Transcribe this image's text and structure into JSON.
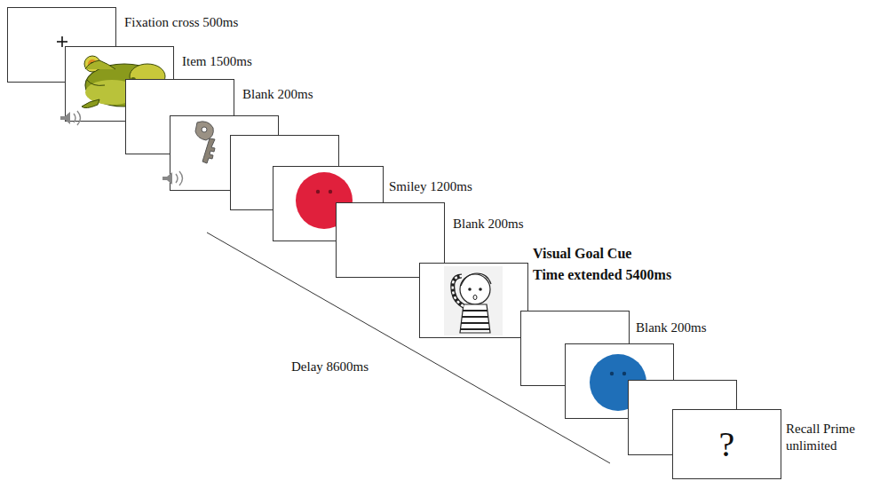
{
  "diagram": {
    "nodes": [
      {
        "text": [
          "?"
        ]
      }
    ],
    "labels": [
      "Fixation cross 500ms",
      "Item 1500ms",
      "Blank 200ms",
      "Smiley 1200ms",
      "Blank 200ms",
      "Visual Goal Cue",
      "Time extended 5400ms",
      "Blank 200ms",
      "Delay 8600ms",
      "Recall Prime unlimited"
    ]
  }
}
